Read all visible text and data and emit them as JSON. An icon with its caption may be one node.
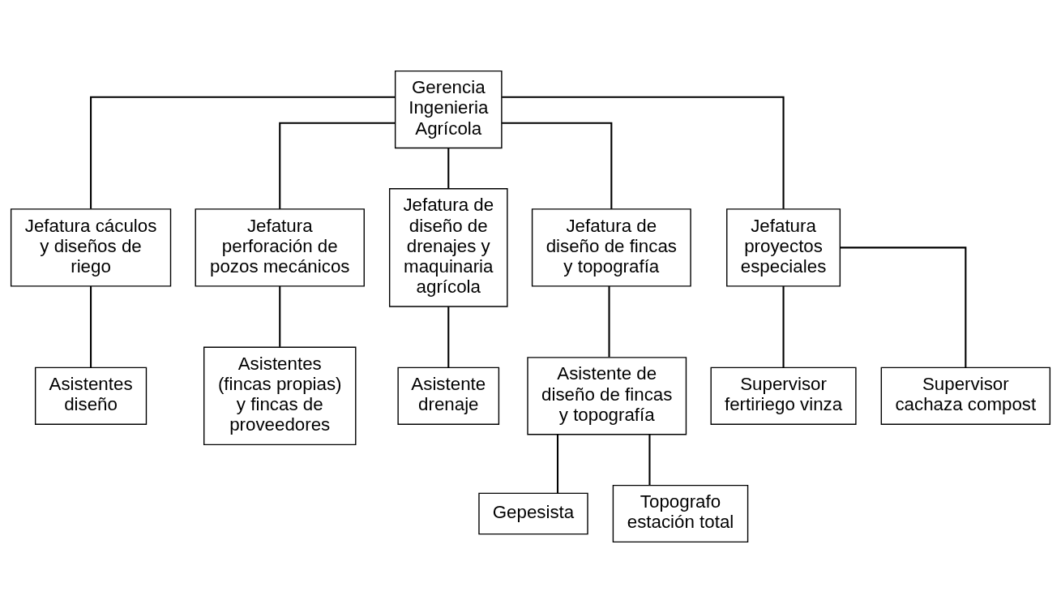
{
  "diagram": {
    "nodes": [
      {
        "text": [
          "Gerencia Ingenieria Agrícola"
        ]
      },
      {
        "text": [
          "Jefatura cáculos y diseños de riego"
        ]
      },
      {
        "text": [
          "Jefatura perforación de pozos mecánicos"
        ]
      },
      {
        "text": [
          "Jefatura de diseño de drenajes y maquinaria agrícola"
        ]
      },
      {
        "text": [
          "Jefatura de diseño de fincas y topografía"
        ]
      },
      {
        "text": [
          "Jefatura proyectos especiales"
        ]
      },
      {
        "text": [
          "Asistentes diseño"
        ]
      },
      {
        "text": [
          "Asistentes (fincas propias) y fincas de proveedores"
        ]
      },
      {
        "text": [
          "Asistente drenaje"
        ]
      },
      {
        "text": [
          "Asistente de diseño de fincas y topografía"
        ]
      },
      {
        "text": [
          "Gepesista"
        ]
      },
      {
        "text": [
          "Topografo estación total"
        ]
      },
      {
        "text": [
          "Supervisor fertiriego vinza"
        ]
      },
      {
        "text": [
          "Supervisor cachaza compost"
        ]
      }
    ],
    "edges": [
      {
        "from": 0,
        "to": 1,
        "arrow": "none"
      },
      {
        "from": 0,
        "to": 2,
        "arrow": "none"
      },
      {
        "from": 0,
        "to": 3,
        "arrow": "none"
      },
      {
        "from": 0,
        "to": 4,
        "arrow": "none"
      },
      {
        "from": 0,
        "to": 5,
        "arrow": "none"
      },
      {
        "from": 1,
        "to": 6,
        "arrow": "none"
      },
      {
        "from": 2,
        "to": 7,
        "arrow": "none"
      },
      {
        "from": 3,
        "to": 8,
        "arrow": "none"
      },
      {
        "from": 4,
        "to": 9,
        "arrow": "none"
      },
      {
        "from": 9,
        "to": 10,
        "arrow": "none"
      },
      {
        "from": 9,
        "to": 11,
        "arrow": "none"
      },
      {
        "from": 5,
        "to": 12,
        "arrow": "none"
      },
      {
        "from": 5,
        "to": 13,
        "arrow": "none"
      }
    ]
  }
}
